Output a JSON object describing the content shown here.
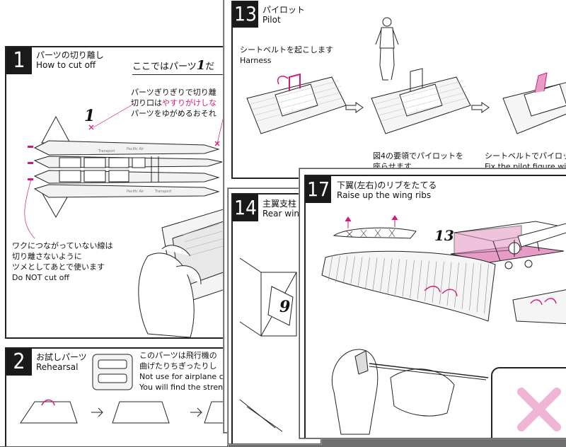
{
  "steps": {
    "s1": {
      "number": "1",
      "title_ja": "パーツの切り離し",
      "title_en": "How to cut off",
      "heading_prefix": "ここではパーツ",
      "heading_num": "1",
      "heading_suffix": "だ",
      "note_line1": "パーツぎりぎりで切り離",
      "note_line2_a": "切り口は",
      "note_line2_b": "やすりがけしな",
      "note_line3": "パーツをゆがめるおそれ",
      "part_label": "1",
      "warn_line1": "ワクにつながっていない線は",
      "warn_line2": "切り離さないように",
      "warn_line3": "ツメとしてあとで使います",
      "warn_line4": "Do NOT cut off",
      "plane_text1": "Pacific Air",
      "plane_text2": "Transport",
      "plane_text3": "Pacific Air",
      "plane_text4": "Transport"
    },
    "s2": {
      "number": "2",
      "title_ja": "お試しパーツ",
      "title_en": "Rehearsal",
      "line1": "このパーツは飛行機の",
      "line2": "曲げたりちぎったりし",
      "line3": "Not use for airplane co",
      "line4": "You will find the strengt"
    },
    "s13": {
      "number": "13",
      "title_ja": "パイロット",
      "title_en": "Pilot",
      "harness_ja": "シートベルトを起こします",
      "harness_en": "Harness",
      "caption1_l1": "図4の要領でパイロットを",
      "caption1_l2": "座らせます",
      "caption2_l1": "シートベルトでパイロッ",
      "caption2_l2": "Fix the pilot figure with ha"
    },
    "s14": {
      "number": "14",
      "title_ja": "主翼支柱",
      "title_en": "Rear wing",
      "part_label": "9"
    },
    "s17": {
      "number": "17",
      "title_ja": "下翼(左右)のリブをたてる",
      "title_en": "Raise up the wing ribs",
      "part_label": "13"
    }
  },
  "colors": {
    "accent_pink": "#d8177a",
    "pink_fill": "#e79cc8",
    "cross_pink": "#f0b4d4",
    "dark_box": "#1a1a1a"
  }
}
